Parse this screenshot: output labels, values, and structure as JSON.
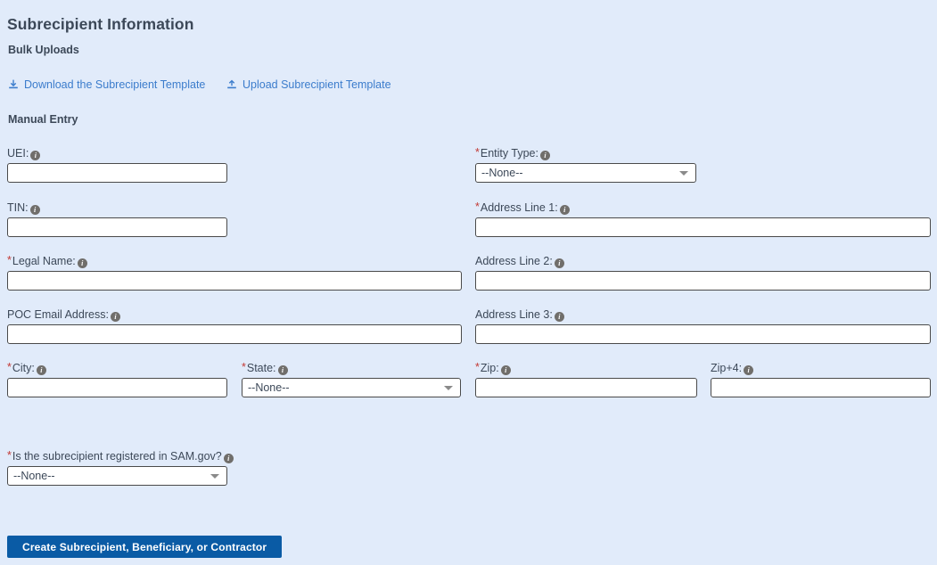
{
  "page": {
    "title": "Subrecipient Information",
    "background_color": "#e1ebfa"
  },
  "bulk_uploads": {
    "heading": "Bulk Uploads",
    "links": [
      {
        "label": "Download the Subrecipient Template",
        "icon": "download-icon"
      },
      {
        "label": "Upload Subrecipient Template",
        "icon": "upload-icon"
      }
    ],
    "link_color": "#3b7ccc"
  },
  "manual_entry": {
    "heading": "Manual Entry",
    "required_marker": "*",
    "info_icon_glyph": "i",
    "fields": {
      "uei": {
        "label": "UEI:",
        "required": false,
        "value": "",
        "type": "text"
      },
      "tin": {
        "label": "TIN:",
        "required": false,
        "value": "",
        "type": "text"
      },
      "legal_name": {
        "label": "Legal Name:",
        "required": true,
        "value": "",
        "type": "text"
      },
      "poc_email": {
        "label": "POC Email Address:",
        "required": false,
        "value": "",
        "type": "text"
      },
      "entity_type": {
        "label": "Entity Type:",
        "required": true,
        "value": "--None--",
        "type": "select"
      },
      "address_1": {
        "label": "Address Line 1:",
        "required": true,
        "value": "",
        "type": "text"
      },
      "address_2": {
        "label": "Address Line 2:",
        "required": false,
        "value": "",
        "type": "text"
      },
      "address_3": {
        "label": "Address Line 3:",
        "required": false,
        "value": "",
        "type": "text"
      },
      "city": {
        "label": "City:",
        "required": true,
        "value": "",
        "type": "text"
      },
      "state": {
        "label": "State:",
        "required": true,
        "value": "--None--",
        "type": "select"
      },
      "zip": {
        "label": "Zip:",
        "required": true,
        "value": "",
        "type": "text"
      },
      "zip4": {
        "label": "Zip+4:",
        "required": false,
        "value": "",
        "type": "text"
      },
      "sam_registered": {
        "label": "Is the subrecipient registered in SAM.gov?",
        "required": true,
        "value": "--None--",
        "type": "select"
      }
    }
  },
  "actions": {
    "submit_label": "Create Subrecipient, Beneficiary, or Contractor",
    "submit_color": "#0a5ba5"
  }
}
